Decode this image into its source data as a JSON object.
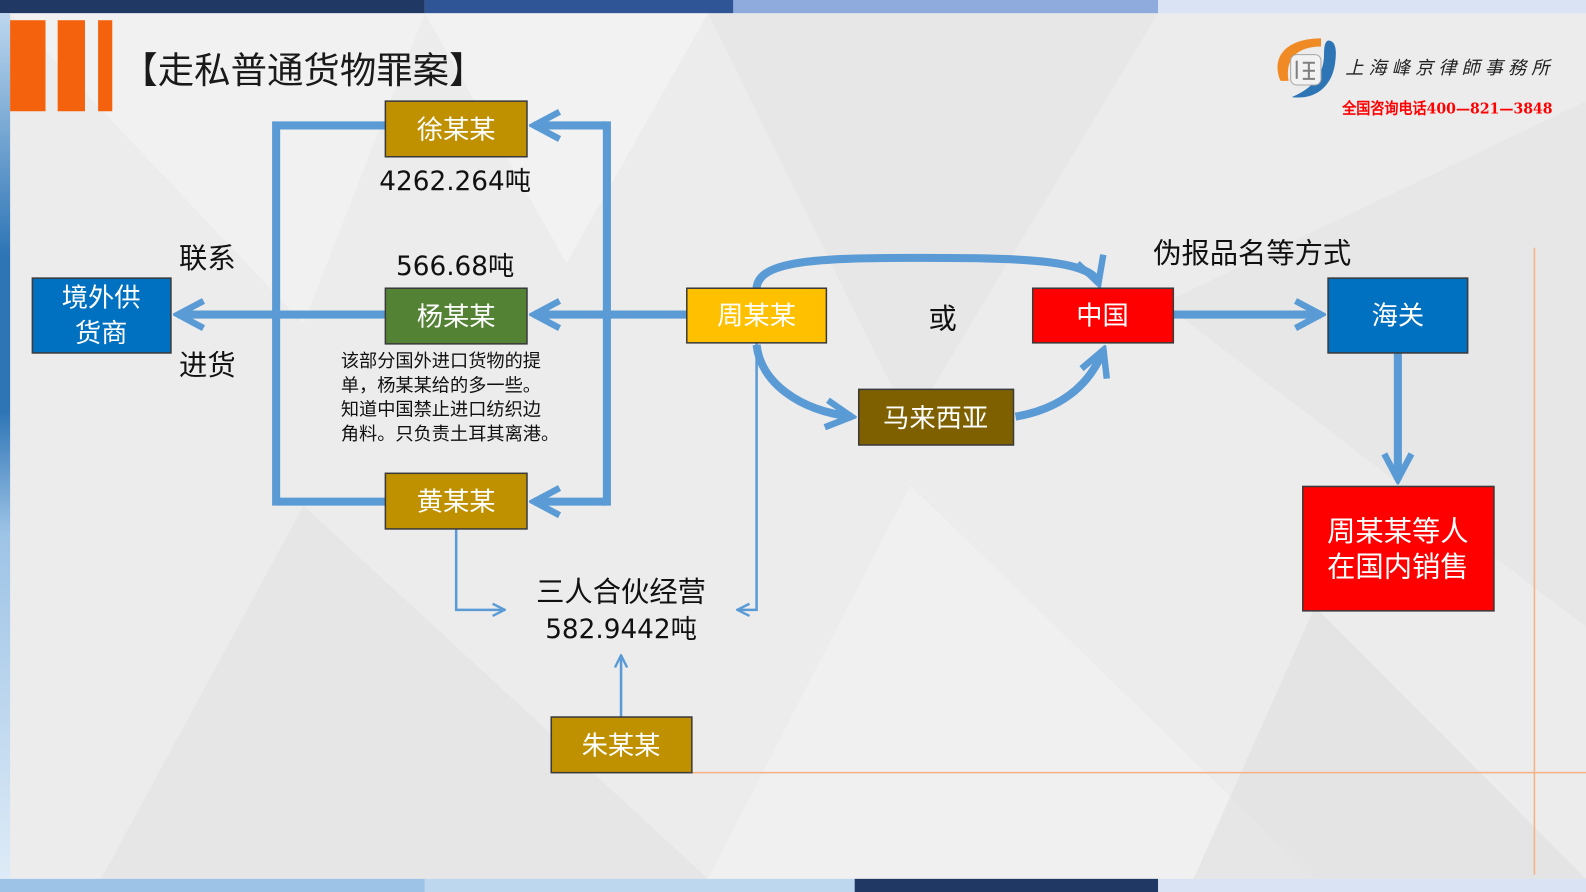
{
  "title": "【走私普通货物罪案】",
  "logo": {
    "firm_name": "上海峰京律師事務所",
    "hotline": "全国咨询电话400—821—3848",
    "icon": "firm-logo-icon"
  },
  "colors": {
    "gold": "#BF9000",
    "green": "#548235",
    "amber": "#FFC000",
    "red": "#FF0000",
    "blue": "#0070C0",
    "brown": "#7F6000",
    "arrow": "#5B9BD5",
    "accent_orange": "#F4620E",
    "hotline_red": "#FF0000",
    "guide_line": "#F4B183"
  },
  "nodes": {
    "xu": {
      "label": "徐某某",
      "tonnage": "4262.264吨"
    },
    "yang": {
      "label": "杨某某",
      "tonnage": "566.68吨",
      "note_lines": [
        "该部分国外进口货物的提",
        "单，杨某某给的多一些。",
        "知道中国禁止进口纺织边",
        "角料。只负责土耳其离港。"
      ]
    },
    "huang": {
      "label": "黄某某"
    },
    "zhu": {
      "label": "朱某某"
    },
    "supplier": {
      "label_lines": [
        "境外供",
        "货商"
      ]
    },
    "zhou": {
      "label": "周某某"
    },
    "china": {
      "label": "中国"
    },
    "malaysia": {
      "label": "马来西亚"
    },
    "customs": {
      "label": "海关"
    },
    "domestic_sale": {
      "label_lines": [
        "周某某等人",
        "在国内销售"
      ]
    }
  },
  "partnership": {
    "label": "三人合伙经营",
    "tonnage": "582.9442吨"
  },
  "edge_labels": {
    "contact": "联系",
    "import": "进货",
    "or": "或",
    "method": "伪报品名等方式"
  }
}
